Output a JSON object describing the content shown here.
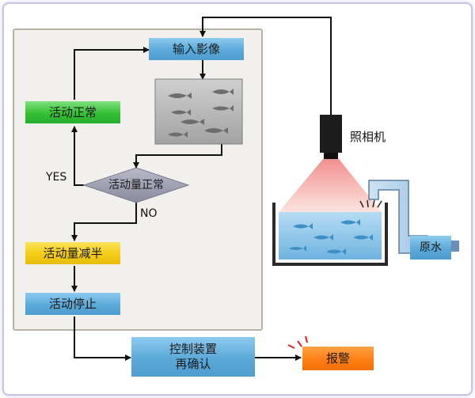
{
  "nodes": {
    "input_image": "输入影像",
    "activity_normal": "活动正常",
    "activity_qty_normal": "活动量正常",
    "activity_halved": "活动量减半",
    "activity_stopped": "活动停止",
    "control_line1": "控制装置",
    "control_line2": "再确认",
    "alarm": "报警"
  },
  "labels": {
    "yes": "YES",
    "no": "NO",
    "camera": "照相机",
    "raw_water": "原水"
  },
  "colors": {
    "process_box": "#5aa9d8",
    "normal_box": "#35c035",
    "warning_box": "#f4cc16",
    "alarm_box": "#ff7f14",
    "water": "#8fc7ea",
    "tank_frame": "#2a2a2a",
    "panel_bg": "#f1f0ed"
  },
  "icons": [
    "fish-icon",
    "camera-icon",
    "alarm-burst-icon",
    "water-inlet-icon"
  ]
}
